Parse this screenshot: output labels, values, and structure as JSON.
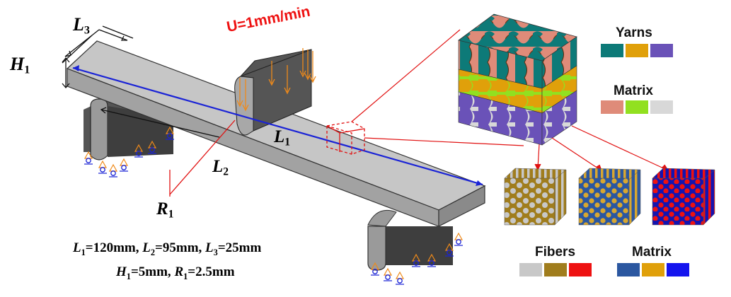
{
  "labels": {
    "L3": {
      "main": "L",
      "sub": "3"
    },
    "H1": {
      "main": "H",
      "sub": "1"
    },
    "L1": {
      "main": "L",
      "sub": "1"
    },
    "L2": {
      "main": "L",
      "sub": "2"
    },
    "R1": {
      "main": "R",
      "sub": "1"
    },
    "load": "U=1mm/min"
  },
  "dimensions": {
    "line1": {
      "L1": "L",
      "s1": "1",
      "v1": "=120mm, ",
      "L2": "L",
      "s2": "2",
      "v2": "=95mm, ",
      "L3": "L",
      "s3": "3",
      "v3": "=25mm"
    },
    "line2": {
      "H1": "H",
      "s1": "1",
      "v1": "=5mm, ",
      "R1": "R",
      "s2": "1",
      "v2": "=2.5mm"
    }
  },
  "legend_top": {
    "yarns_title": "Yarns",
    "yarns_colors": [
      "#0d7a78",
      "#e0a00a",
      "#6a52b8"
    ],
    "matrix_title": "Matrix",
    "matrix_colors": [
      "#df8b79",
      "#92e020",
      "#d8d8d8"
    ]
  },
  "legend_bottom": {
    "fibers_title": "Fibers",
    "fibers_colors": [
      "#c8c8c8",
      "#a07d1d",
      "#ee1111"
    ],
    "matrix_title": "Matrix",
    "matrix_colors": [
      "#2b57a0",
      "#e0a00a",
      "#1414ee"
    ]
  },
  "colors": {
    "beam_top": "#c8c8c8",
    "beam_front": "#a0a0a0",
    "beam_side": "#8c8c8c",
    "support": "#6e6e6e",
    "blue_line": "#1a23d6",
    "red_line": "#e11111",
    "orange_arrow": "#ef8a1a"
  }
}
